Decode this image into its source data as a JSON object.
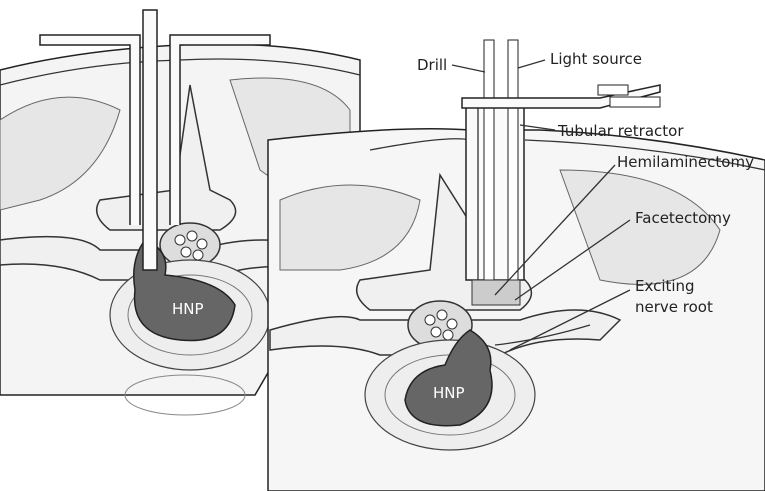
{
  "figure": {
    "left_panel": {
      "hnp_label": "HNP"
    },
    "right_panel": {
      "hnp_label": "HNP",
      "labels": {
        "drill": "Drill",
        "light_source": "Light source",
        "tubular_retractor": "Tubular retractor",
        "hemilaminectomy": "Hemilaminectomy",
        "facetectomy": "Facetectomy",
        "nerve_root_line1": "Exciting",
        "nerve_root_line2": "nerve root"
      }
    }
  }
}
